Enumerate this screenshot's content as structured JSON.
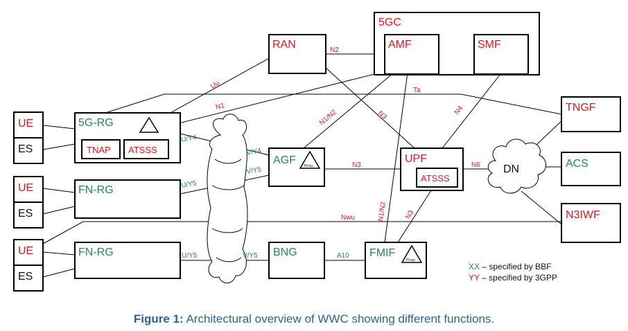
{
  "nodes": {
    "gc5": "5GC",
    "ran": "RAN",
    "amf": "AMF",
    "smf": "SMF",
    "tngf": "TNGF",
    "rg5g": "5G-RG",
    "tnap": "TNAP",
    "atsss_rg": "ATSSS",
    "agf": "AGF",
    "upf": "UPF",
    "atsss_upf": "ATSSS",
    "dn": "DN",
    "acs": "ACS",
    "fnrg1": "FN-RG",
    "fnrg2": "FN-RG",
    "n3iwf": "N3IWF",
    "bng": "BNG",
    "fmif": "FMIF",
    "ue1": "UE",
    "es1": "ES",
    "ue2": "UE",
    "es2": "ES",
    "ue3": "UE",
    "es3": "ES",
    "proxy_agf": "Proxy",
    "proxy_fmif": "Proxy"
  },
  "interfaces": {
    "n2": "N2",
    "uu": "Uu",
    "n1": "N1",
    "ta": "Ta",
    "n1n2_agf": "N1/N2",
    "n3_amf_upf": "N3",
    "n4": "N4",
    "uy4_left": "U/Y4",
    "vy4": "V/Y4",
    "vy5": "V/Y5",
    "uy5_fn1": "U/Y5",
    "n3_agf": "N3",
    "n6": "N6",
    "nwu": "Nwu",
    "n1n2_fmif": "N1/N2",
    "n3_fmif": "N3",
    "uy5_fn2": "U/Y5",
    "vy5_bng": "V/Y5",
    "a10": "A10"
  },
  "legend": {
    "xx": "XX",
    "xx_text": " – specified by BBF",
    "yy": "YY",
    "yy_text": " – specified by 3GPP"
  },
  "caption": {
    "bold": "Figure 1:",
    "text": " Architectural overview of WWC showing different functions."
  },
  "colors": {
    "red": "#e8141b",
    "green": "#1e8a4c",
    "caption": "#2d6290"
  }
}
